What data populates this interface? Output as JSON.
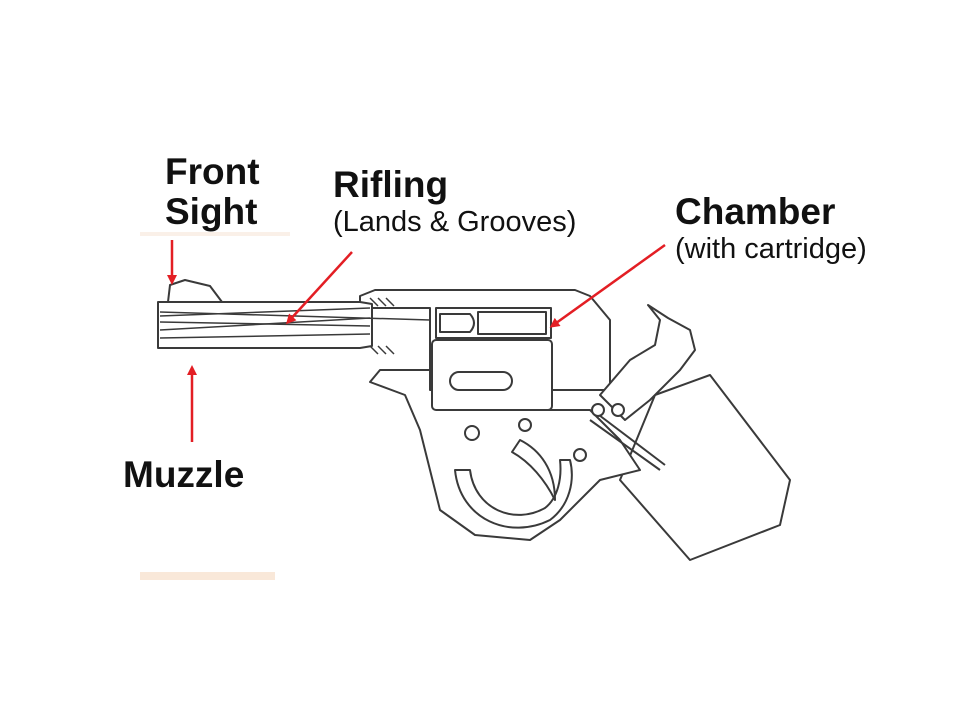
{
  "labels": {
    "front_sight": {
      "line1": "Front",
      "line2": "Sight"
    },
    "rifling": {
      "title": "Rifling",
      "subtitle": "(Lands & Grooves)"
    },
    "chamber": {
      "title": "Chamber",
      "subtitle": "(with cartridge)"
    },
    "muzzle": {
      "title": "Muzzle"
    }
  },
  "colors": {
    "arrow": "#e31e24",
    "outline": "#3a3a3a",
    "fill": "#ffffff",
    "text": "#111111"
  }
}
